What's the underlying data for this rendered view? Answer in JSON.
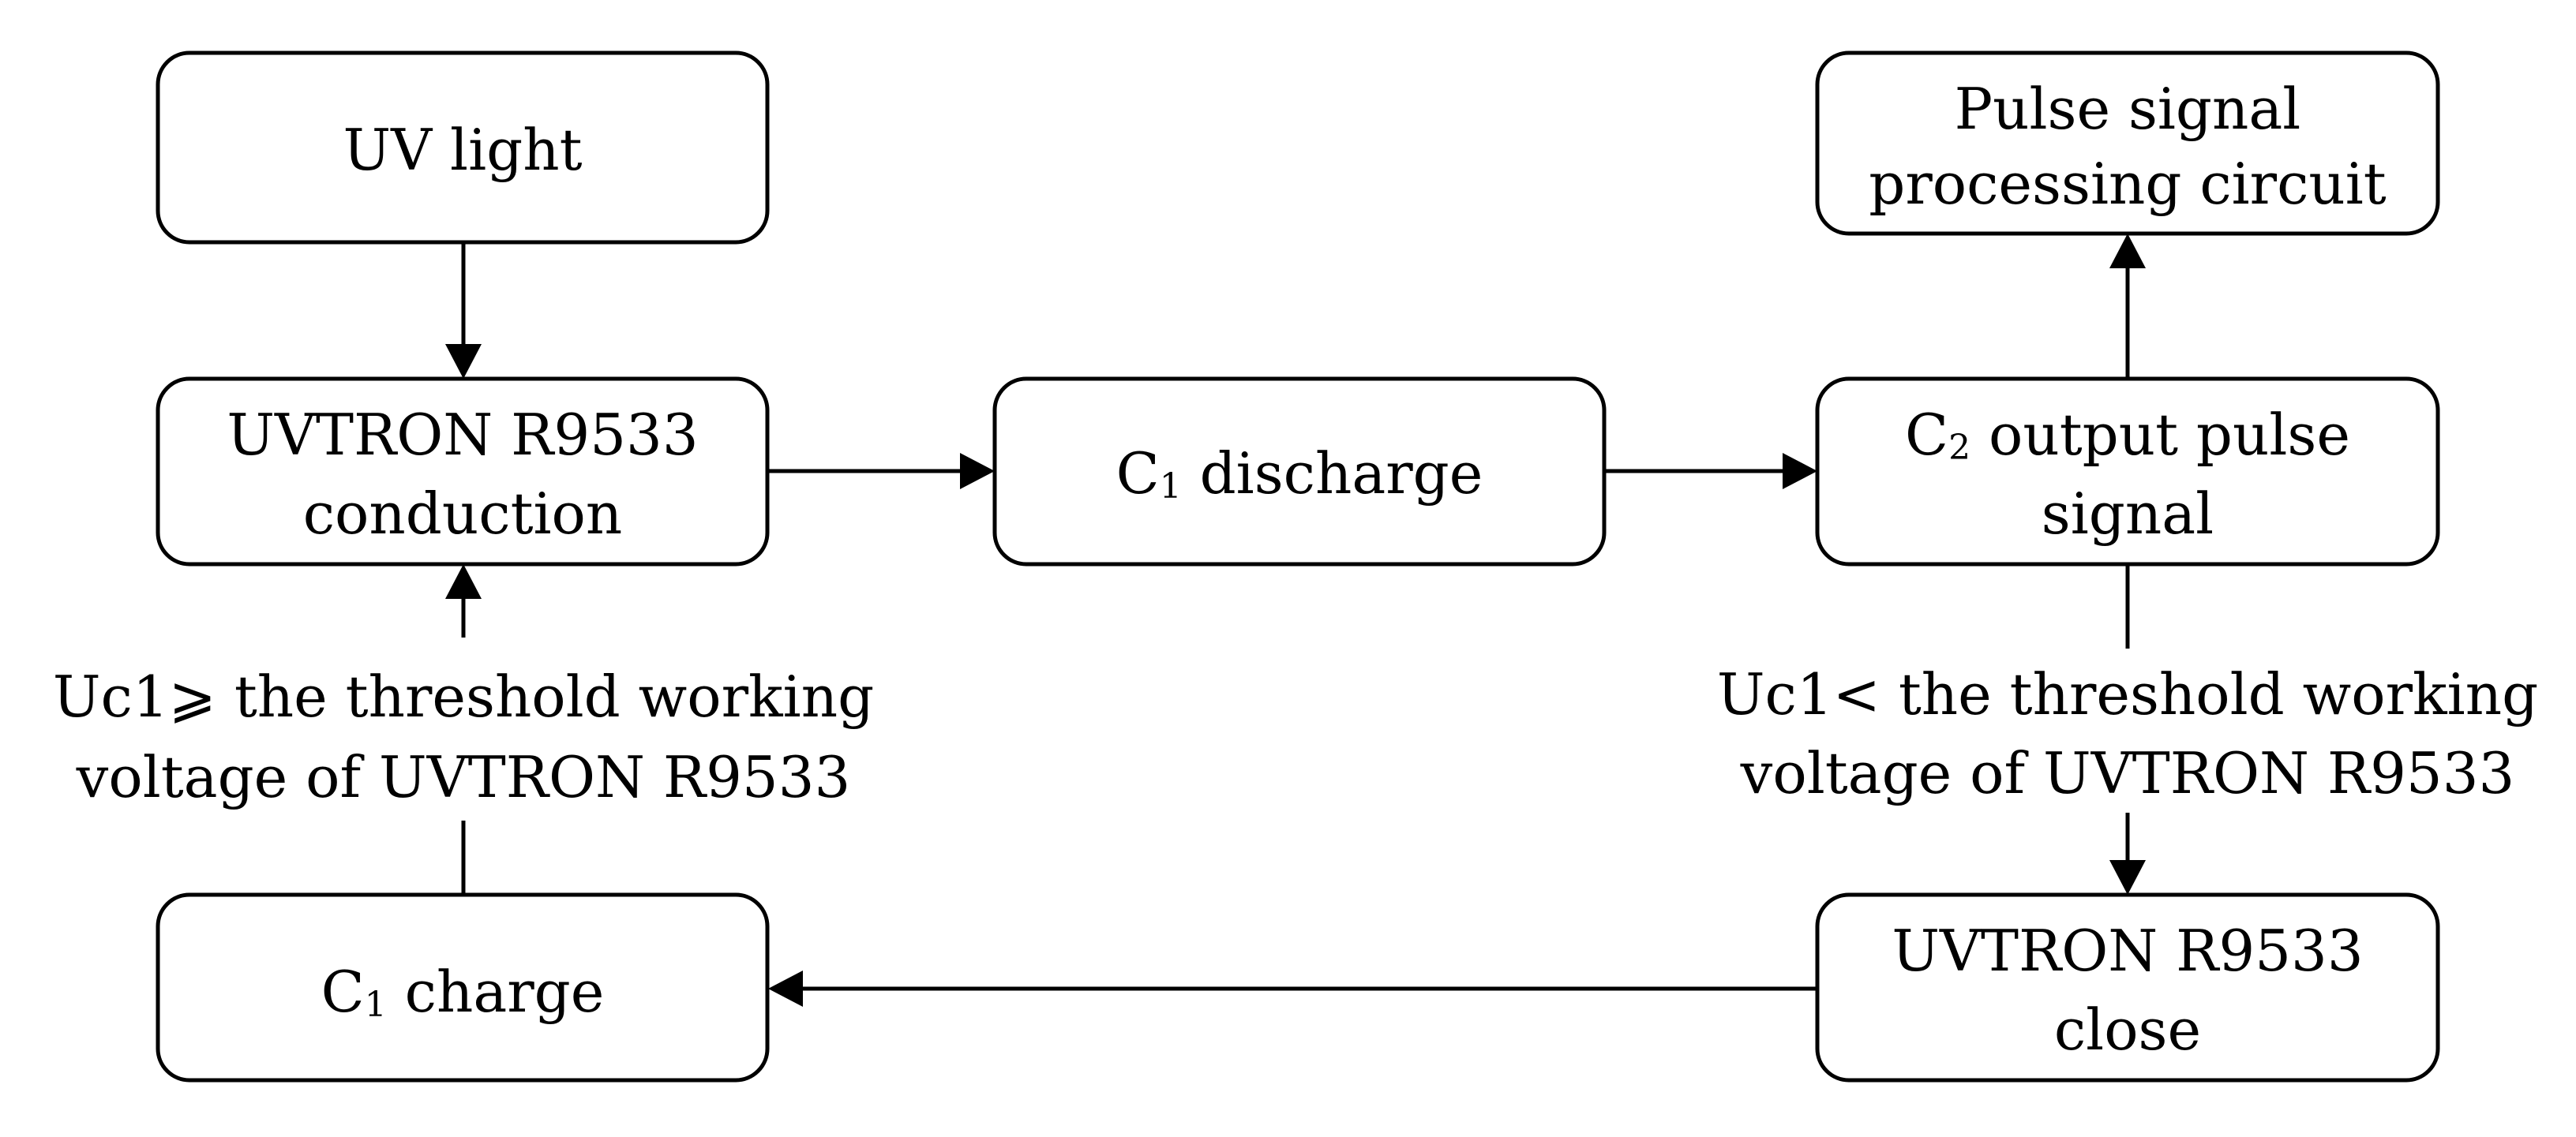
{
  "nodes": {
    "uv_light": [
      "UV light"
    ],
    "uvtron_conduction": [
      "UVTRON R9533",
      "conduction"
    ],
    "c1_discharge": {
      "base": "C",
      "sub": "1",
      "rest": " discharge"
    },
    "pulse_processing": [
      "Pulse signal",
      "processing circuit"
    ],
    "c2_output": {
      "base": "C",
      "sub": "2",
      "rest": " output pulse",
      "line2": "signal"
    },
    "c1_charge": {
      "base": "C",
      "sub": "1",
      "rest": " charge"
    },
    "uvtron_close": [
      "UVTRON R9533",
      "close"
    ]
  },
  "labels": {
    "charge_condition": [
      "Uc1⩾ the threshold working",
      "voltage of UVTRON R9533"
    ],
    "close_condition": [
      "Uc1< the threshold working",
      "voltage of UVTRON R9533"
    ]
  }
}
